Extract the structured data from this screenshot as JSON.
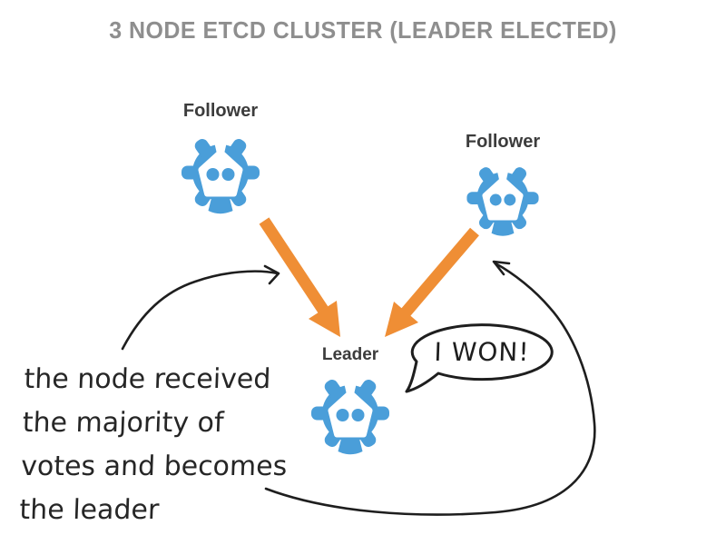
{
  "title": "3 NODE ETCD CLUSTER (LEADER ELECTED)",
  "colors": {
    "node_blue": "#4A9ED9",
    "arrow_orange": "#EF8E35",
    "title_gray": "#8E8E8E",
    "ink_black": "#1E1E1E"
  },
  "nodes": [
    {
      "id": "follower-left",
      "label": "Follower"
    },
    {
      "id": "follower-right",
      "label": "Follower"
    },
    {
      "id": "leader",
      "label": "Leader"
    }
  ],
  "edges": [
    {
      "from": "follower-left",
      "to": "leader",
      "style": "thick-orange-arrow",
      "meaning": "vote for leader"
    },
    {
      "from": "follower-right",
      "to": "leader",
      "style": "thick-orange-arrow",
      "meaning": "vote for leader"
    }
  ],
  "speech_bubble": {
    "text": "I WON!",
    "speaker": "leader"
  },
  "annotation": {
    "lines": [
      "the node received",
      "the majority of",
      "votes and becomes",
      "the leader"
    ]
  },
  "icons": [
    {
      "name": "etcd-gear-icon",
      "meaning": "etcd node (blue gear with two dots)"
    }
  ]
}
